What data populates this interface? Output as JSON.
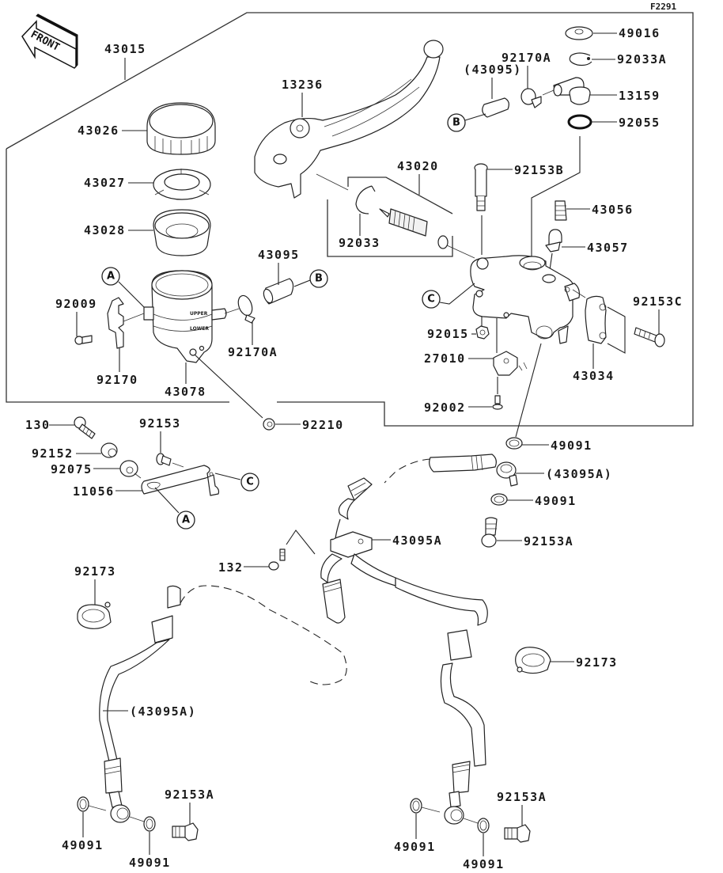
{
  "figure_code": "F2291",
  "orientation_badge": {
    "text": "FRONT",
    "icon": "arrow-left-icon"
  },
  "callouts": {
    "c43015": "43015",
    "c13236": "13236",
    "c43026": "43026",
    "c43027": "43027",
    "c43028": "43028",
    "c43020": "43020",
    "c92033": "92033",
    "c43095_ref": "(43095)",
    "c92170A_top": "92170A",
    "c49016": "49016",
    "c92033A": "92033A",
    "c13159": "13159",
    "c92055": "92055",
    "c92153B": "92153B",
    "c43056": "43056",
    "c43057": "43057",
    "c43095": "43095",
    "c92009": "92009",
    "c92170": "92170",
    "c43078": "43078",
    "c92170A_mid": "92170A",
    "c92015": "92015",
    "c27010": "27010",
    "c92002": "92002",
    "c92153C": "92153C",
    "c43034": "43034",
    "c130": "130",
    "c92153": "92153",
    "c92210": "92210",
    "c92152": "92152",
    "c92075": "92075",
    "c11056": "11056",
    "c49091_a": "49091",
    "c43095A_ref_top": "(43095A)",
    "c49091_b": "49091",
    "c43095A": "43095A",
    "c92153A_top": "92153A",
    "c132": "132",
    "c92173_left": "92173",
    "c92173_right": "92173",
    "c43095A_ref_left": "(43095A)",
    "c92153A_left": "92153A",
    "c49091_l1": "49091",
    "c49091_l2": "49091",
    "c92153A_right": "92153A",
    "c49091_r1": "49091",
    "c49091_r2": "49091"
  },
  "reference_markers": {
    "A1": "A",
    "A2": "A",
    "B1": "B",
    "B2": "B",
    "C1": "C",
    "C2": "C"
  },
  "reservoir_marks": {
    "upper": "UPPER",
    "lower": "LOWER"
  }
}
